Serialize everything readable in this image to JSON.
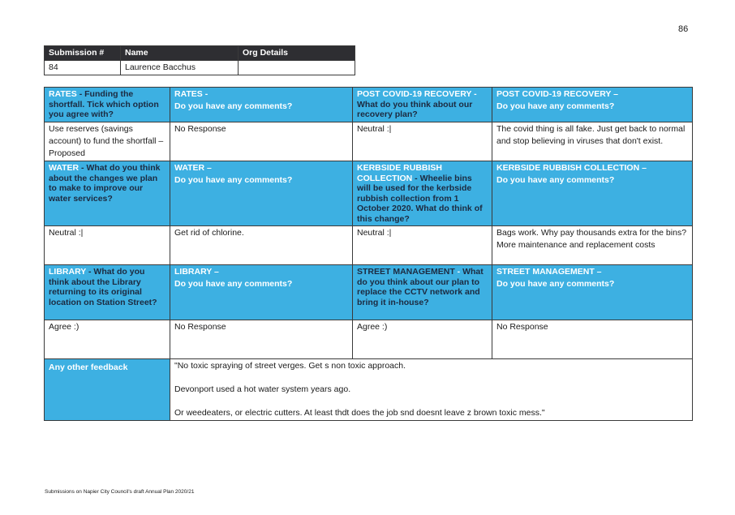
{
  "page_number": "86",
  "submission": {
    "headers": [
      "Submission #",
      "Name",
      "Org Details"
    ],
    "values": [
      "84",
      "Laurence Bacchus",
      ""
    ]
  },
  "questions": {
    "rates_funding": {
      "title": "RATES",
      "text": " - Funding the shortfall. Tick which option you agree with?"
    },
    "rates_comments": {
      "title": "RATES -",
      "text": "Do you have any comments?"
    },
    "covid_think": {
      "title": "POST COVID-19 RECOVERY -",
      "text": "What do you think about our recovery plan?"
    },
    "covid_comments": {
      "title": "POST COVID-19 RECOVERY –",
      "text": "Do you have any comments?"
    },
    "water_think": {
      "title": "WATER",
      "text": " - What do you think about the changes we plan to make to improve our water services?"
    },
    "water_comments": {
      "title": "WATER –",
      "text": "Do you have any comments?"
    },
    "kerbside_think": {
      "title": "KERBSIDE RUBBISH COLLECTION",
      "text": " - Wheelie bins will be used for the kerbside rubbish collection from 1 October 2020. What do think of this change?"
    },
    "kerbside_comments": {
      "title": "KERBSIDE RUBBISH COLLECTION –",
      "text": "Do you have any comments?"
    },
    "library_think": {
      "title": "LIBRARY",
      "text": " - What do you think about the Library returning to its original location on Station Street?"
    },
    "library_comments": {
      "title": "LIBRARY –",
      "text": "Do you have any comments?"
    },
    "street_think": {
      "title": "STREET MANAGEMENT",
      "sep": " - ",
      "text": "What do you think about our plan to replace the CCTV network and bring it in-house?"
    },
    "street_comments": {
      "title": "STREET MANAGEMENT –",
      "text": "Do you have any comments?"
    },
    "other_feedback": {
      "title": "Any other feedback"
    }
  },
  "answers": {
    "rates_funding": "Use reserves (savings account) to fund the shortfall – Proposed",
    "rates_comments": "No Response",
    "covid_think": "Neutral :|",
    "covid_comments": "The covid thing is all fake. Just get back to normal and stop believing in viruses that don't exist.",
    "water_think": "Neutral :|",
    "water_comments": "Get rid of chlorine.",
    "kerbside_think": "Neutral :|",
    "kerbside_comments": "Bags work. Why pay thousands extra for the bins? More maintenance and replacement costs",
    "library_think": "Agree :)",
    "library_comments": "No Response",
    "street_think": "Agree :)",
    "street_comments": "No Response",
    "other_feedback": [
      "\"No toxic spraying of street verges. Get s non toxic approach.",
      "Devonport used a hot water system years ago.",
      "Or weedeaters, or electric cutters. At least thdt does the job snd doesnt leave z brown toxic mess.\""
    ]
  },
  "footer": "Submissions on Napier City Council's draft Annual Plan 2020/21",
  "colors": {
    "header_blue": "#3db0e2",
    "header_dark": "#2e2e32",
    "accent_text": "#1c2a40"
  }
}
